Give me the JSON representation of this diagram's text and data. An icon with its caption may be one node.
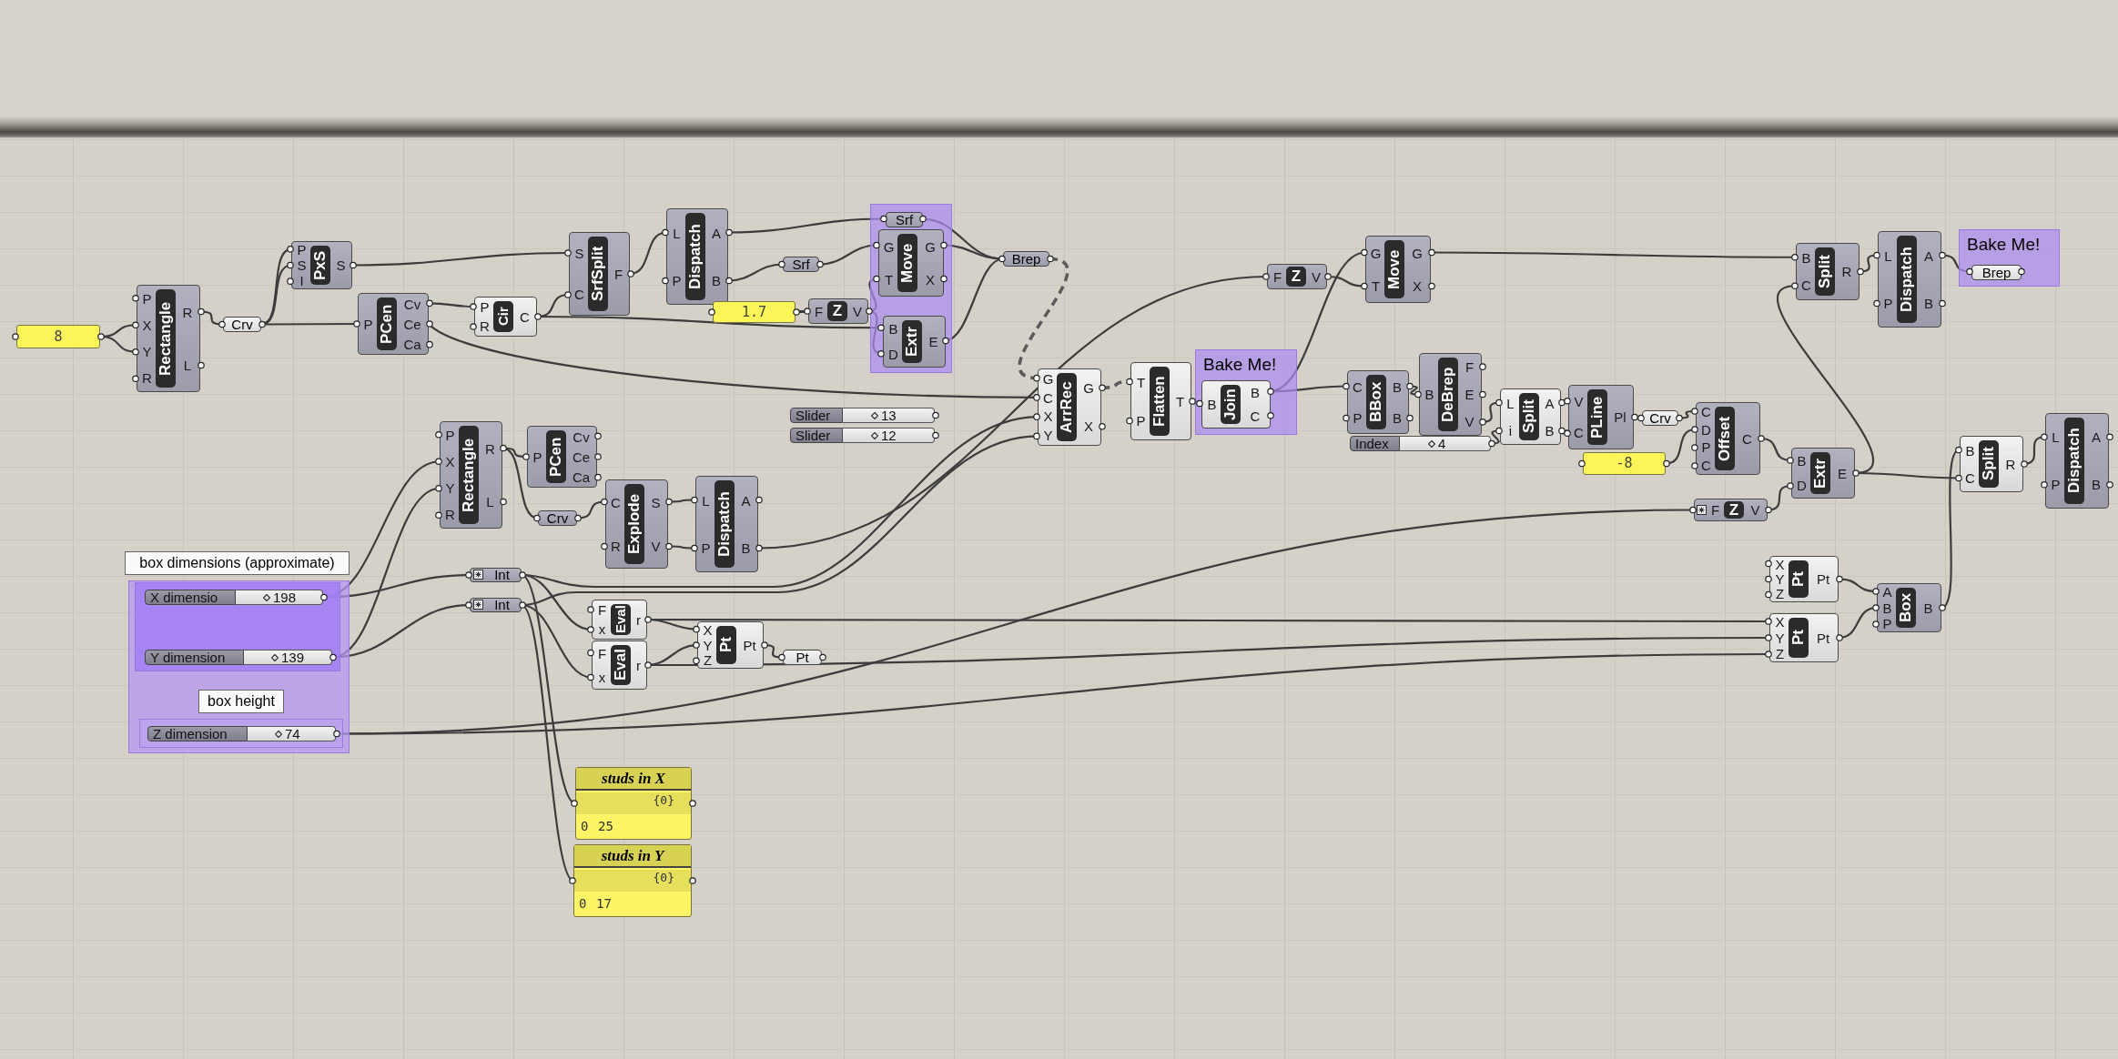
{
  "diagram": {
    "nodes": [
      {
        "text": [
          "8"
        ]
      },
      {
        "text": [
          "P",
          "X",
          "Y",
          "R",
          "Rectangle",
          "R",
          "L"
        ]
      },
      {
        "text": [
          "Crv"
        ]
      },
      {
        "text": [
          "P",
          "S",
          "I",
          "PxS",
          "S"
        ]
      },
      {
        "text": [
          "P",
          "PCen",
          "Cv",
          "Ce",
          "Ca"
        ]
      },
      {
        "text": [
          "P",
          "R",
          "Cir",
          "C"
        ]
      },
      {
        "text": [
          "S",
          "C",
          "SrfSplit",
          "F"
        ]
      },
      {
        "text": [
          "L",
          "P",
          "Dispatch",
          "A",
          "B"
        ]
      },
      {
        "text": [
          "Srf"
        ]
      },
      {
        "text": [
          "1.7"
        ]
      },
      {
        "text": [
          "F",
          "Z",
          "V"
        ]
      },
      {
        "text": [],
        "shape": "box"
      },
      {
        "text": [
          "Srf"
        ],
        "in": 11
      },
      {
        "text": [
          "G",
          "T",
          "Move",
          "G",
          "X"
        ],
        "in": 11
      },
      {
        "text": [
          "B",
          "D",
          "Extr",
          "E"
        ],
        "in": 11
      },
      {
        "text": [
          "Brep"
        ]
      },
      {
        "text": [
          "Slider",
          "13"
        ]
      },
      {
        "text": [
          "Slider",
          "12"
        ]
      },
      {
        "text": [
          "G",
          "C",
          "X",
          "Y",
          "ArrRec",
          "G",
          "X"
        ]
      },
      {
        "text": [
          "T",
          "P",
          "Flatten",
          "T"
        ]
      },
      {
        "text": [
          "Bake Me!"
        ]
      },
      {
        "text": [
          "B",
          "Join",
          "B",
          "C"
        ],
        "in": 20
      },
      {
        "text": [
          "F",
          "Z",
          "V"
        ]
      },
      {
        "text": [
          "G",
          "T",
          "Move",
          "G",
          "X"
        ]
      },
      {
        "text": [
          "B",
          "C",
          "Split",
          "R"
        ]
      },
      {
        "text": [
          "L",
          "P",
          "Dispatch",
          "A",
          "B"
        ]
      },
      {
        "text": [
          "Bake Me!"
        ]
      },
      {
        "text": [
          "Brep"
        ],
        "in": 26
      },
      {
        "text": [
          "C",
          "P",
          "BBox",
          "B",
          "B"
        ]
      },
      {
        "text": [
          "B",
          "DeBrep",
          "F",
          "E",
          "V"
        ]
      },
      {
        "text": [
          "Index",
          "4"
        ]
      },
      {
        "text": [
          "L",
          "i",
          "Split",
          "A",
          "B"
        ]
      },
      {
        "text": [
          "V",
          "C",
          "PLine",
          "Pl"
        ]
      },
      {
        "text": [
          "Crv"
        ]
      },
      {
        "text": [
          "-8"
        ]
      },
      {
        "text": [
          "C",
          "D",
          "P",
          "C",
          "Offset",
          "C"
        ]
      },
      {
        "text": [
          "B",
          "D",
          "Extr",
          "E"
        ]
      },
      {
        "text": [
          "B",
          "C",
          "Split",
          "R"
        ]
      },
      {
        "text": [
          "L",
          "P",
          "Dispatch",
          "A",
          "B"
        ]
      },
      {
        "text": [
          "P",
          "X",
          "Y",
          "R",
          "Rectangle",
          "R",
          "L"
        ]
      },
      {
        "text": [
          "P",
          "PCen",
          "Cv",
          "Ce",
          "Ca"
        ]
      },
      {
        "text": [
          "Crv"
        ]
      },
      {
        "text": [
          "C",
          "R",
          "Explode",
          "S",
          "V"
        ]
      },
      {
        "text": [
          "L",
          "P",
          "Dispatch",
          "A",
          "B"
        ]
      },
      {
        "text": [],
        "shape": "box"
      },
      {
        "text": [
          "box dimensions (approximate)"
        ],
        "in": 44
      },
      {
        "text": [
          "X dimensio",
          "198"
        ],
        "in": 45
      },
      {
        "text": [
          "Y dimension",
          "139"
        ],
        "in": 45
      },
      {
        "text": [
          "box height"
        ],
        "in": 44
      },
      {
        "text": [
          "Z dimension",
          "74"
        ],
        "in": 48
      },
      {
        "text": [
          "Int"
        ]
      },
      {
        "text": [
          "Int"
        ]
      },
      {
        "text": [
          "F",
          "x",
          "Eval",
          "r"
        ]
      },
      {
        "text": [
          "F",
          "x",
          "Eval",
          "r"
        ]
      },
      {
        "text": [
          "X",
          "Y",
          "Z",
          "Pt",
          "Pt"
        ]
      },
      {
        "text": [
          "Pt"
        ]
      },
      {
        "text": [
          "F",
          "Z",
          "V"
        ]
      },
      {
        "text": [
          "X",
          "Y",
          "Z",
          "Pt",
          "Pt"
        ]
      },
      {
        "text": [
          "X",
          "Y",
          "Z",
          "Pt",
          "Pt"
        ]
      },
      {
        "text": [
          "A",
          "B",
          "P",
          "Box",
          "B"
        ]
      },
      {
        "text": [
          "studs in X",
          "{0}",
          "0",
          "25"
        ]
      },
      {
        "text": [
          "studs in Y",
          "{0}",
          "0",
          "17"
        ]
      }
    ],
    "edges": [
      {
        "from": 0,
        "to": 1,
        "arrow": "none"
      },
      {
        "from": 0,
        "to": 1,
        "arrow": "none"
      },
      {
        "from": 1,
        "to": 2,
        "arrow": "none"
      },
      {
        "from": 2,
        "to": 3,
        "arrow": "none"
      },
      {
        "from": 2,
        "to": 3,
        "arrow": "none"
      },
      {
        "from": 2,
        "to": 4,
        "arrow": "none"
      },
      {
        "from": 3,
        "to": 6,
        "arrow": "none"
      },
      {
        "from": 4,
        "to": 5,
        "arrow": "none"
      },
      {
        "from": 4,
        "to": 18,
        "arrow": "none"
      },
      {
        "from": 5,
        "to": 6,
        "arrow": "none"
      },
      {
        "from": 5,
        "to": 14,
        "arrow": "none"
      },
      {
        "from": 6,
        "to": 7,
        "arrow": "none"
      },
      {
        "from": 7,
        "to": 12,
        "arrow": "none"
      },
      {
        "from": 7,
        "to": 8,
        "arrow": "none"
      },
      {
        "from": 8,
        "to": 13,
        "arrow": "none"
      },
      {
        "from": 9,
        "to": 10,
        "arrow": "none"
      },
      {
        "from": 10,
        "to": 13,
        "arrow": "none"
      },
      {
        "from": 10,
        "to": 14,
        "arrow": "none"
      },
      {
        "from": 12,
        "to": 15,
        "arrow": "none"
      },
      {
        "from": 13,
        "to": 15,
        "arrow": "none"
      },
      {
        "from": 14,
        "to": 15,
        "arrow": "none"
      },
      {
        "from": 15,
        "to": 18,
        "arrow": "none",
        "style": "dashed"
      },
      {
        "from": 18,
        "to": 19,
        "arrow": "none",
        "style": "dashed"
      },
      {
        "from": 50,
        "to": 18,
        "arrow": "none"
      },
      {
        "from": 51,
        "to": 18,
        "arrow": "none"
      },
      {
        "from": 19,
        "to": 21,
        "arrow": "none"
      },
      {
        "from": 21,
        "to": 23,
        "arrow": "none"
      },
      {
        "from": 22,
        "to": 23,
        "arrow": "none"
      },
      {
        "from": 21,
        "to": 28,
        "arrow": "none"
      },
      {
        "from": 43,
        "to": 22,
        "arrow": "none"
      },
      {
        "from": 23,
        "to": 24,
        "arrow": "none"
      },
      {
        "from": 24,
        "to": 25,
        "arrow": "none"
      },
      {
        "from": 25,
        "to": 27,
        "arrow": "none"
      },
      {
        "from": 36,
        "to": 24,
        "arrow": "none"
      },
      {
        "from": 36,
        "to": 37,
        "arrow": "none"
      },
      {
        "from": 28,
        "to": 29,
        "arrow": "none"
      },
      {
        "from": 29,
        "to": 31,
        "arrow": "none"
      },
      {
        "from": 30,
        "to": 31,
        "arrow": "none"
      },
      {
        "from": 31,
        "to": 32,
        "arrow": "none"
      },
      {
        "from": 31,
        "to": 32,
        "arrow": "none"
      },
      {
        "from": 32,
        "to": 33,
        "arrow": "none"
      },
      {
        "from": 33,
        "to": 35,
        "arrow": "none"
      },
      {
        "from": 34,
        "to": 35,
        "arrow": "none"
      },
      {
        "from": 35,
        "to": 36,
        "arrow": "none"
      },
      {
        "from": 56,
        "to": 36,
        "arrow": "none"
      },
      {
        "from": 59,
        "to": 37,
        "arrow": "none"
      },
      {
        "from": 37,
        "to": 38,
        "arrow": "none"
      },
      {
        "from": 57,
        "to": 59,
        "arrow": "none"
      },
      {
        "from": 58,
        "to": 59,
        "arrow": "none"
      },
      {
        "from": 39,
        "to": 40,
        "arrow": "none"
      },
      {
        "from": 39,
        "to": 41,
        "arrow": "none"
      },
      {
        "from": 41,
        "to": 42,
        "arrow": "none"
      },
      {
        "from": 42,
        "to": 43,
        "arrow": "none"
      },
      {
        "from": 42,
        "to": 43,
        "arrow": "none"
      },
      {
        "from": 46,
        "to": 39,
        "arrow": "none"
      },
      {
        "from": 47,
        "to": 39,
        "arrow": "none"
      },
      {
        "from": 46,
        "to": 50,
        "arrow": "none"
      },
      {
        "from": 47,
        "to": 51,
        "arrow": "none"
      },
      {
        "from": 50,
        "to": 52,
        "arrow": "none"
      },
      {
        "from": 50,
        "to": 60,
        "arrow": "none"
      },
      {
        "from": 51,
        "to": 53,
        "arrow": "none"
      },
      {
        "from": 51,
        "to": 61,
        "arrow": "none"
      },
      {
        "from": 52,
        "to": 54,
        "arrow": "none"
      },
      {
        "from": 53,
        "to": 54,
        "arrow": "none"
      },
      {
        "from": 54,
        "to": 55,
        "arrow": "none"
      },
      {
        "from": 52,
        "to": 58,
        "arrow": "none"
      },
      {
        "from": 53,
        "to": 58,
        "arrow": "none"
      },
      {
        "from": 49,
        "to": 58,
        "arrow": "none"
      },
      {
        "from": 49,
        "to": 56,
        "arrow": "none"
      }
    ]
  }
}
